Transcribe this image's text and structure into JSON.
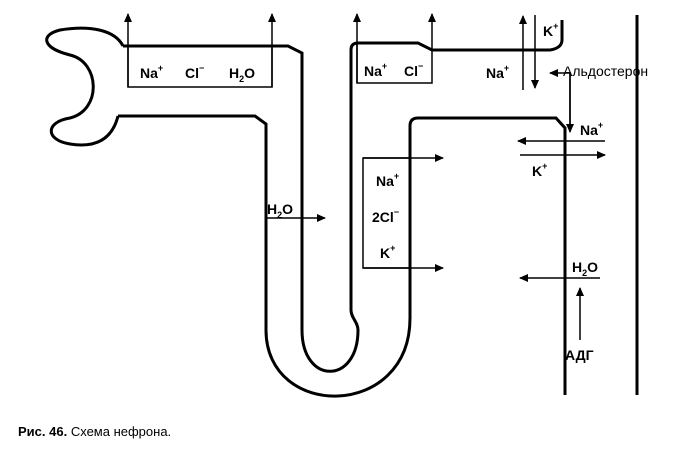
{
  "diagram": {
    "labels": {
      "pct_na": "Na",
      "pct_cl": "Cl",
      "pct_h2o": "H",
      "pct_h2o_rest": "O",
      "desc_h2o": "H",
      "desc_h2o_rest": "O",
      "tal_na": "Na",
      "tal_2cl": "2Cl",
      "tal_k": "K",
      "dct_na": "Na",
      "dct_cl": "Cl",
      "dist_k": "K",
      "dist_na": "Na",
      "aldosterone": "Альдостерон",
      "cd_na": "Na",
      "cd_k": "K",
      "cd_h2o": "H",
      "cd_h2o_rest": "O",
      "adh": "АДГ",
      "plus": "+",
      "minus": "−",
      "sub2": "2"
    }
  },
  "caption": {
    "number": "Рис. 46.",
    "text": "Схема нефрона."
  }
}
